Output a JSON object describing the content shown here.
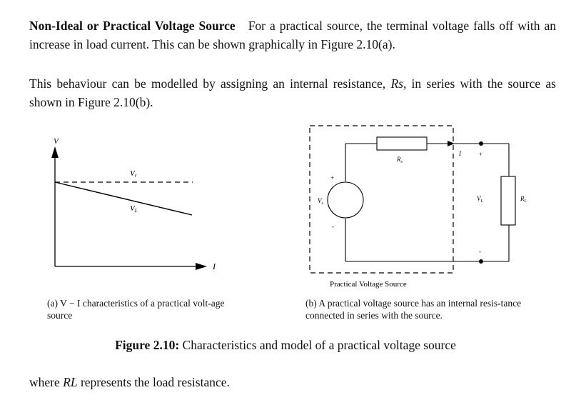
{
  "para1": {
    "heading": "Non-Ideal or Practical Voltage Source",
    "text": "For a practical source, the terminal voltage falls off with an increase in load current. This can be shown graphically in Figure 2.10(a)."
  },
  "para2": {
    "before": "This behaviour can be modelled by assigning an internal resistance, ",
    "math": "Rs",
    "after": ", in series with the source as shown in Figure 2.10(b)."
  },
  "fig_a": {
    "axis_y": "V",
    "axis_x": "I",
    "label_ideal": "V",
    "label_ideal_sub": "r",
    "label_practical": "V",
    "label_practical_sub": "L",
    "caption": "(a) V − I characteristics of a practical volt-age source"
  },
  "fig_b": {
    "rs": "R",
    "rs_sub": "s",
    "vs": "V",
    "vs_sub": "s",
    "vl": "V",
    "vl_sub": "L",
    "rl": "R",
    "rl_sub": "L",
    "current": "I",
    "plus": "+",
    "minus": "-",
    "box_label": "Practical Voltage Source",
    "caption": "(b) A practical voltage source has an internal resis-tance connected in series with the source."
  },
  "figure": {
    "label": "Figure 2.10:",
    "text": "Characteristics and model of a practical voltage source"
  },
  "para3": {
    "before": "where ",
    "math": "RL",
    "after": " represents the load resistance."
  }
}
